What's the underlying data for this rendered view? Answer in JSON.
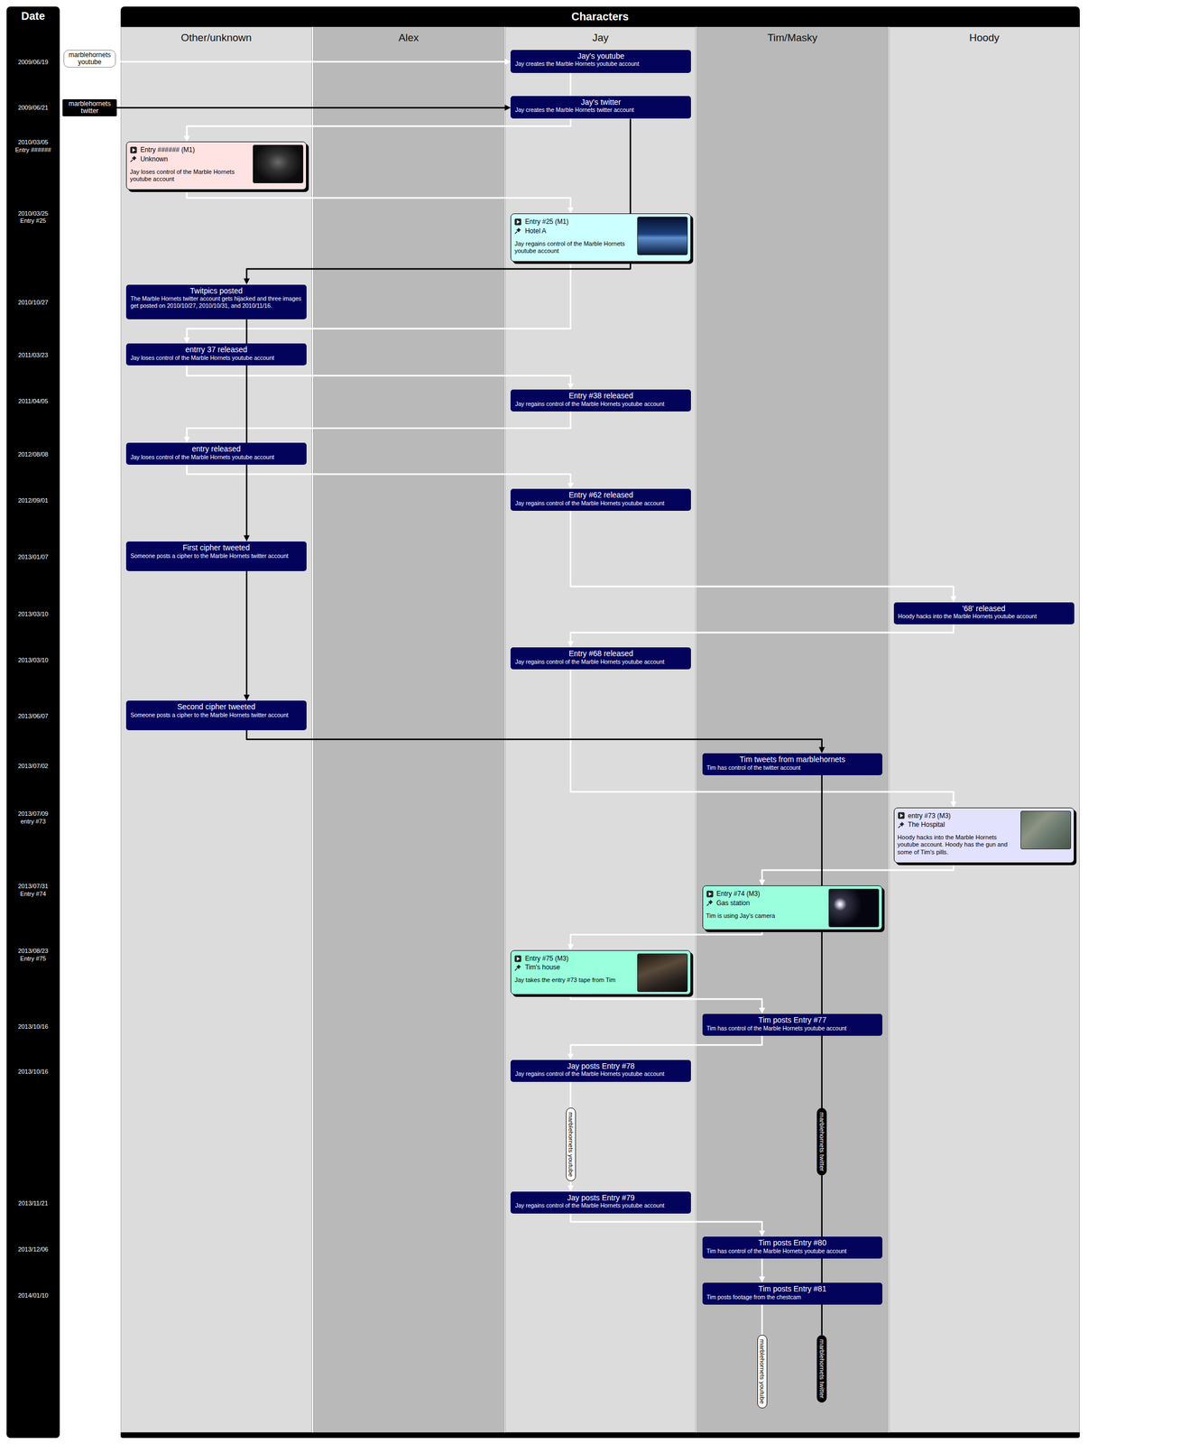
{
  "diagram": {
    "nodes": [
      {
        "text": [
          "Date"
        ]
      },
      {
        "text": [
          "marblehornets youtube"
        ]
      },
      {
        "text": [
          "marblehornets twitter"
        ]
      },
      {
        "text": [
          "Characters"
        ]
      },
      {
        "text": [
          "Other/unknown"
        ],
        "in": 3
      },
      {
        "text": [
          "Alex"
        ],
        "in": 3
      },
      {
        "text": [
          "Jay"
        ],
        "in": 3
      },
      {
        "text": [
          "Tim/Masky"
        ],
        "in": 3
      },
      {
        "text": [
          "Hoody"
        ],
        "in": 3
      },
      {
        "text": [
          "Jay's youtube",
          "Jay creates the Marble Hornets youtube account"
        ],
        "in": 6
      },
      {
        "text": [
          "Jay's twitter",
          "Jay creates the Marble Hornets twitter account"
        ],
        "in": 6
      },
      {
        "text": [
          "Entry ###### (M1)",
          "Unknown",
          "Jay loses control of the Marble Hornets youtube account"
        ],
        "in": 4
      },
      {
        "text": [
          "Entry #25 (M1)",
          "Hotel A",
          "Jay regains control of the Marble Hornets youtube account"
        ],
        "in": 6
      },
      {
        "text": [
          "Twitpics posted",
          "The Marble Hornets twitter account gets hijacked and three images get posted on 2010/10/27, 2010/10/31, and 2010/11/16."
        ],
        "in": 4
      },
      {
        "text": [
          "entrry 37 released",
          "Jay loses control of the Marble Hornets youtube account"
        ],
        "in": 4
      },
      {
        "text": [
          "Entry #38 released",
          "Jay regains control of the Marble Hornets youtube account"
        ],
        "in": 6
      },
      {
        "text": [
          "entry released",
          "Jay loses control of the Marble Hornets youtube account"
        ],
        "in": 4
      },
      {
        "text": [
          "Entry #62 released",
          "Jay regains control of the Marble Hornets youtube account"
        ],
        "in": 6
      },
      {
        "text": [
          "First cipher tweeted",
          "Someone posts a cipher to the Marble Hornets twitter account"
        ],
        "in": 4
      },
      {
        "text": [
          "'68' released",
          "Hoody hacks into the Marble Hornets youtube account"
        ],
        "in": 8
      },
      {
        "text": [
          "Entry #68 released",
          "Jay regains control of the Marble Hornets youtube account"
        ],
        "in": 6
      },
      {
        "text": [
          "Second cipher tweeted",
          "Someone posts a cipher to the Marble Hornets twitter account"
        ],
        "in": 4
      },
      {
        "text": [
          "Tim tweets from marblehornets",
          "Tim has control of the twitter account"
        ],
        "in": 7
      },
      {
        "text": [
          "entry #73 (M3)",
          "The Hospital",
          "Hoody hacks into the Marble Hornets youtube account. Hoody has the gun and some of Tim's pills."
        ],
        "in": 8
      },
      {
        "text": [
          "Entry #74 (M3)",
          "Gas station",
          "Tim is using Jay's camera"
        ],
        "in": 7
      },
      {
        "text": [
          "Entry #75 (M3)",
          "Tim's house",
          "Jay takes the entry #73 tape from Tim"
        ],
        "in": 6
      },
      {
        "text": [
          "Tim posts Entry #77",
          "Tim has control of the Marble Hornets youtube account"
        ],
        "in": 7
      },
      {
        "text": [
          "Jay posts Entry #78",
          "Jay regains control of the Marble Hornets youtube account"
        ],
        "in": 6
      },
      {
        "text": [
          "Jay posts Entry #79",
          "Jay regains control of the Marble Hornets youtube account"
        ],
        "in": 6
      },
      {
        "text": [
          "Tim posts Entry #80",
          "Tim has control of the Marble Hornets youtube account"
        ],
        "in": 7
      },
      {
        "text": [
          "Tim posts Entry #81",
          "Tim posts footage from the chestcam"
        ],
        "in": 7
      },
      {
        "text": [
          "marblehornets youtube"
        ],
        "in": 7
      },
      {
        "text": [
          "marblehornets twitter"
        ],
        "in": 7
      }
    ],
    "edges": [
      {
        "from": 1,
        "to": 9,
        "arrow": "to"
      },
      {
        "from": 2,
        "to": 10,
        "arrow": "to"
      },
      {
        "from": 9,
        "to": 11,
        "arrow": "to"
      },
      {
        "from": 11,
        "to": 12,
        "arrow": "to"
      },
      {
        "from": 12,
        "to": 14,
        "arrow": "to"
      },
      {
        "from": 14,
        "to": 15,
        "arrow": "to"
      },
      {
        "from": 15,
        "to": 16,
        "arrow": "to"
      },
      {
        "from": 16,
        "to": 17,
        "arrow": "to"
      },
      {
        "from": 17,
        "to": 19,
        "arrow": "to"
      },
      {
        "from": 19,
        "to": 20,
        "arrow": "to"
      },
      {
        "from": 20,
        "to": 23,
        "arrow": "to"
      },
      {
        "from": 23,
        "to": 24,
        "arrow": "to"
      },
      {
        "from": 24,
        "to": 25,
        "arrow": "to"
      },
      {
        "from": 25,
        "to": 26,
        "arrow": "to"
      },
      {
        "from": 26,
        "to": 27,
        "arrow": "to"
      },
      {
        "from": 27,
        "to": 28,
        "label": "marblehornets youtube",
        "arrow": "to"
      },
      {
        "from": 28,
        "to": 29,
        "arrow": "to"
      },
      {
        "from": 29,
        "to": 30,
        "arrow": "to"
      },
      {
        "from": 30,
        "to": 31,
        "arrow": "none"
      },
      {
        "from": 10,
        "to": 13,
        "arrow": "to"
      },
      {
        "from": 13,
        "to": 18,
        "arrow": "to"
      },
      {
        "from": 18,
        "to": 21,
        "arrow": "to"
      },
      {
        "from": 21,
        "to": 22,
        "arrow": "to"
      },
      {
        "from": 22,
        "to": 32,
        "label": "marblehornets twitter",
        "arrow": "none"
      }
    ],
    "labels": [
      "2009/06/19",
      "2009/06/21",
      "2010/03/05 Entry ######",
      "2010/03/25 Entry #25",
      "2010/10/27",
      "2011/03/23",
      "2011/04/05",
      "2012/08/08",
      "2012/09/01",
      "2013/01/07",
      "2013/03/10",
      "2013/03/10",
      "2013/06/07",
      "2013/07/02",
      "2013/07/09 entry #73",
      "2013/07/31 Entry #74",
      "2013/08/23 Entry #75",
      "2013/10/16",
      "2013/10/16",
      "2013/11/21",
      "2013/12/06",
      "2014/01/10"
    ]
  }
}
